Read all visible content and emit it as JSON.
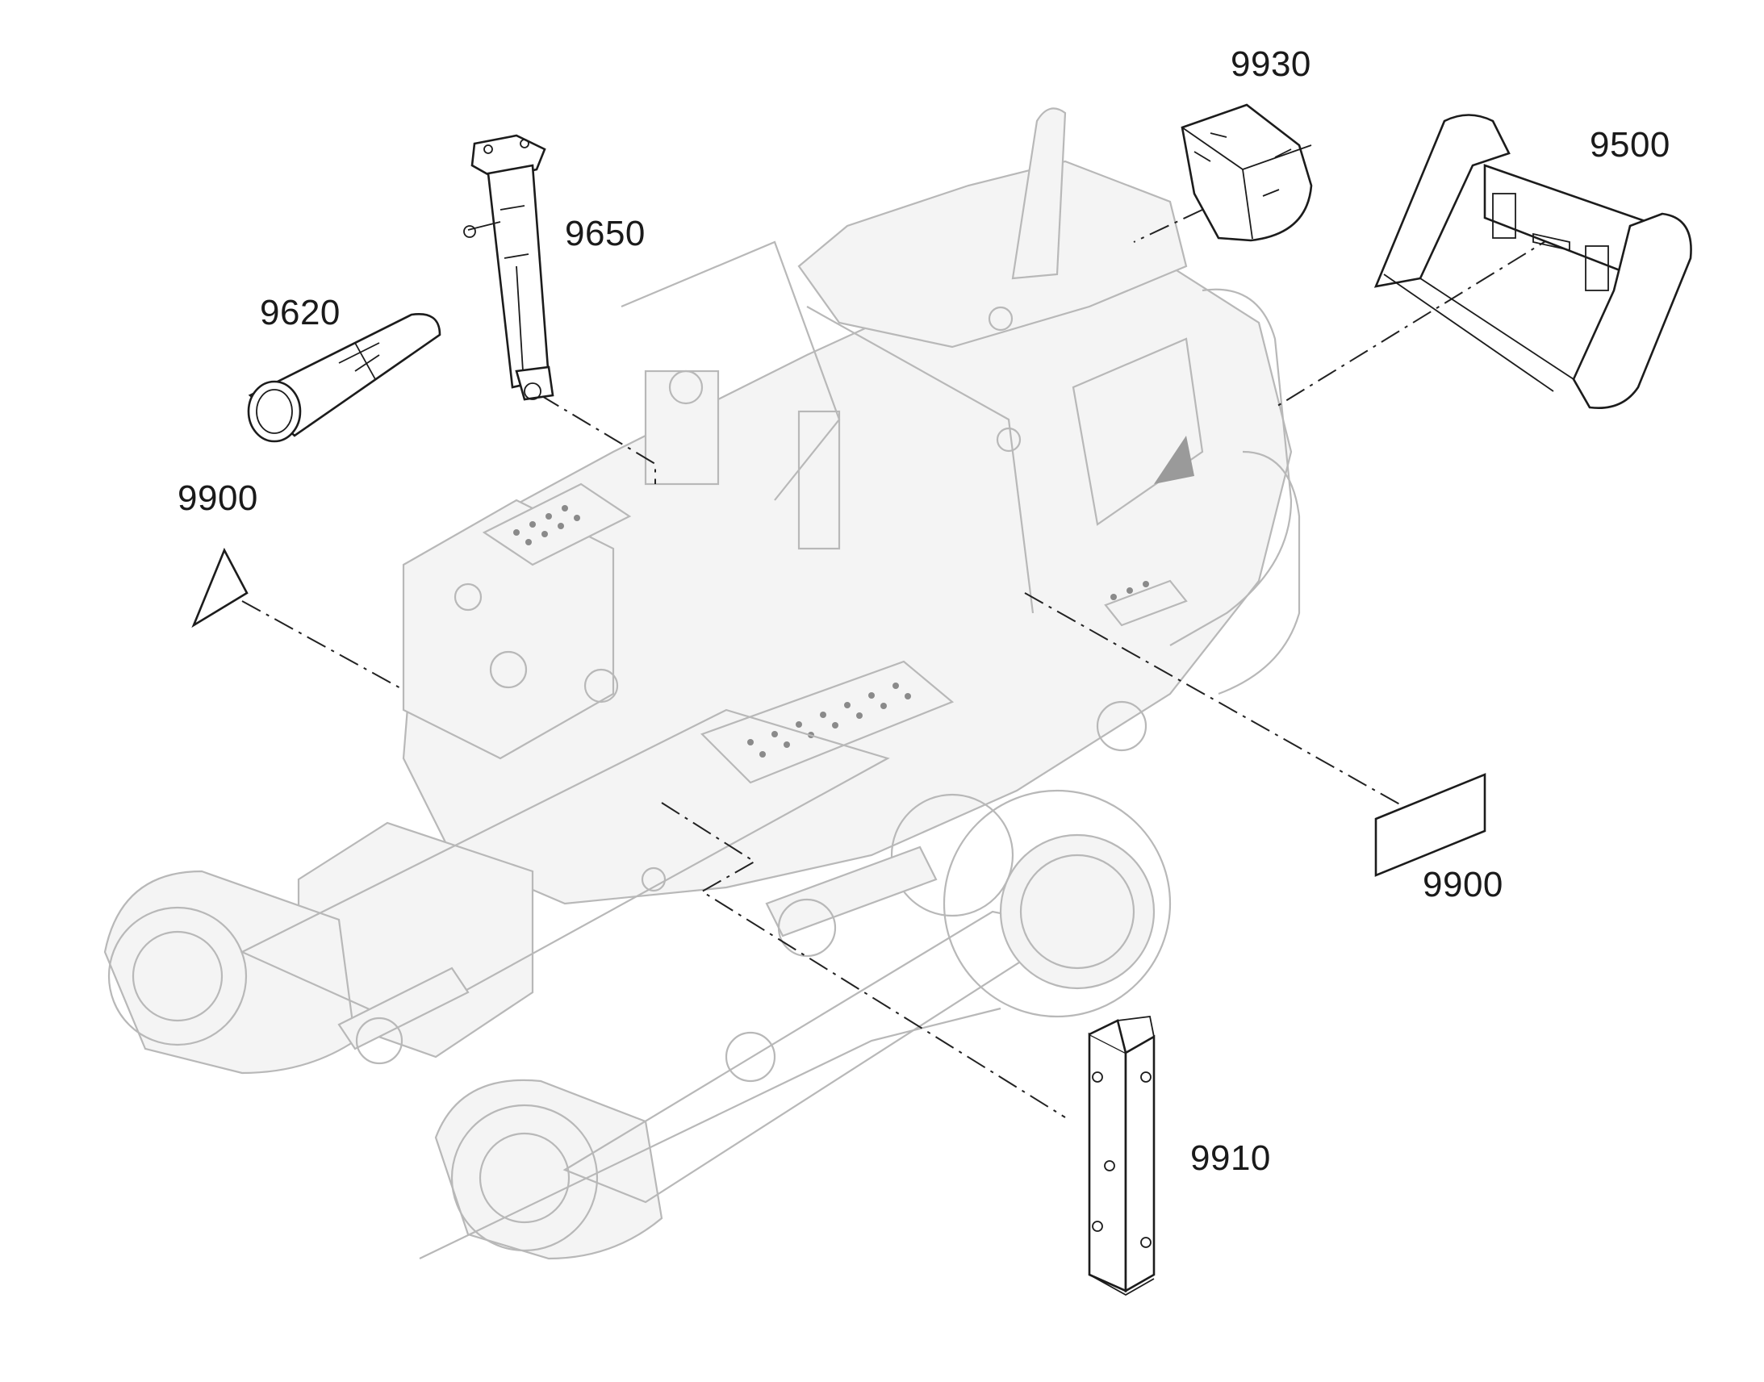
{
  "colors": {
    "background": "#ffffff",
    "machine_outline": "#b8b8b8",
    "part_outline": "#1c1c1c",
    "label": "#1a1a1a"
  },
  "labels": {
    "l9930": "9930",
    "l9500": "9500",
    "l9650": "9650",
    "l9620": "9620",
    "l9900_left": "9900",
    "l9900_right": "9900",
    "l9910": "9910"
  }
}
